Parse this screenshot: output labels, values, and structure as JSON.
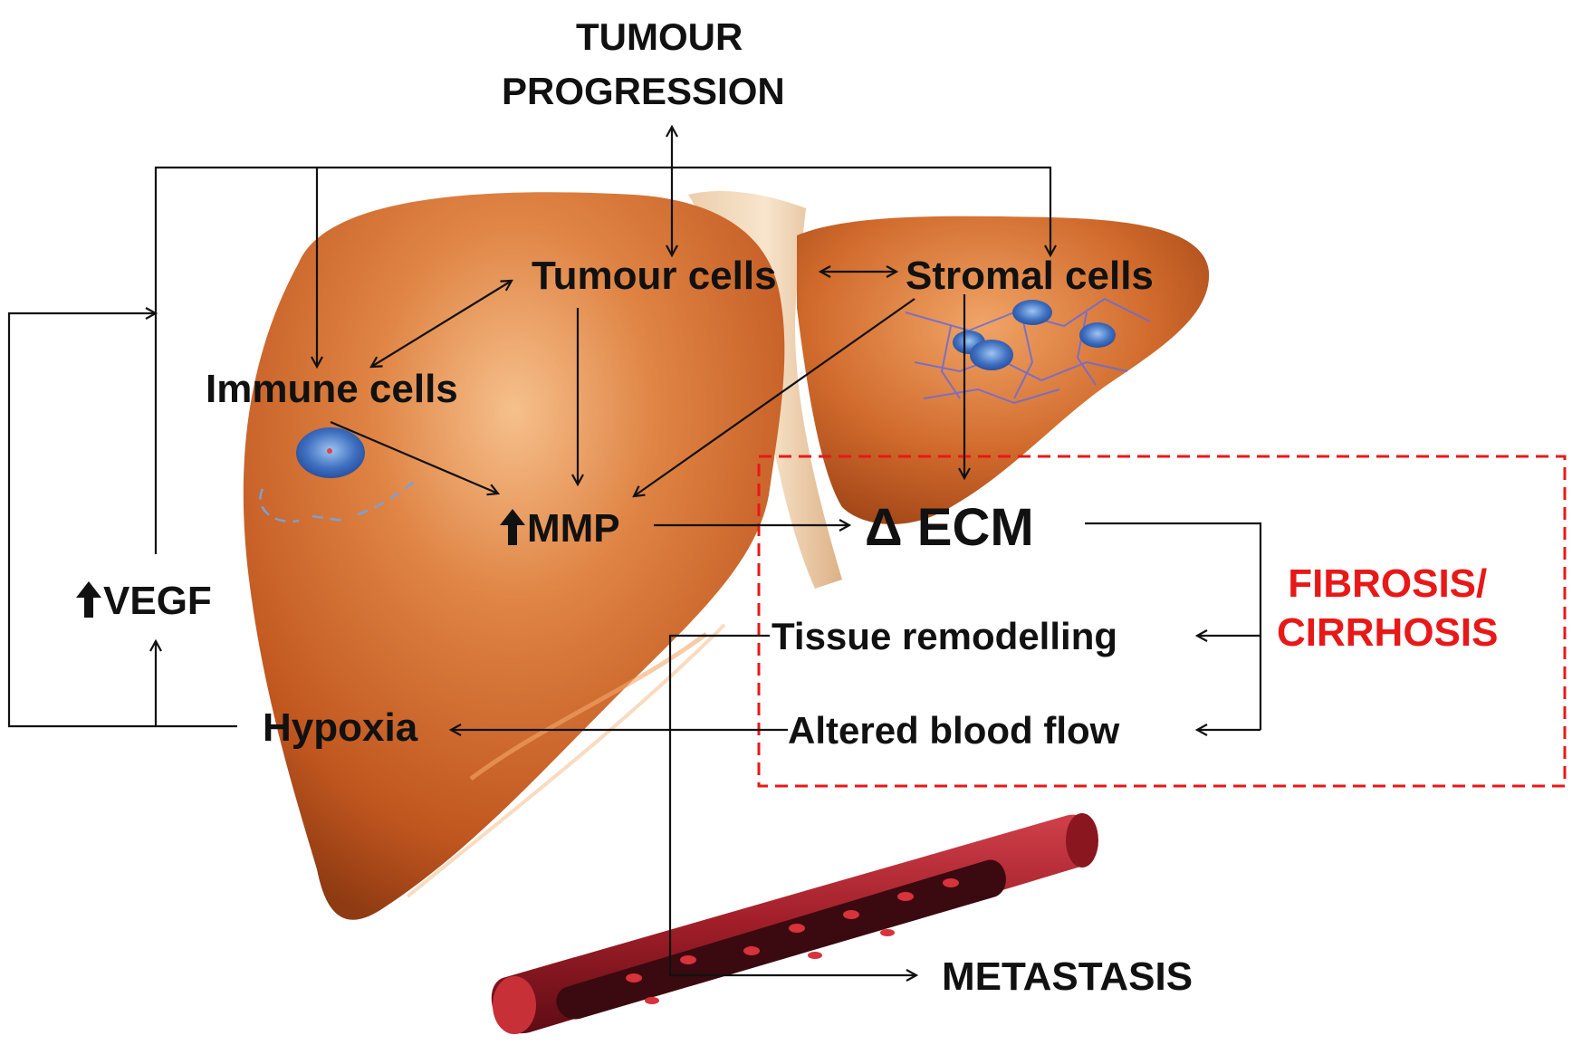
{
  "labels": {
    "tumour_progression_line1": "TUMOUR",
    "tumour_progression_line2": "PROGRESSION",
    "tumour_cells": "Tumour cells",
    "stromal_cells": "Stromal cells",
    "immune_cells": "Immune cells",
    "mmp": "MMP",
    "ecm": "Δ ECM",
    "vegf": "VEGF",
    "tissue_remodelling": "Tissue remodelling",
    "altered_blood_flow": "Altered blood flow",
    "hypoxia": "Hypoxia",
    "metastasis": "METASTASIS"
  },
  "fibrosis_box": {
    "line1": "FIBROSIS/",
    "line2": "CIRRHOSIS",
    "color": "#e81818"
  },
  "icons": {
    "increase": "up-arrow-icon"
  },
  "colors": {
    "liver": "#c8612a",
    "liver_light": "#f2b37a",
    "vessel": "#a0202a",
    "cell": "#4a78c8",
    "arrow": "#111111"
  }
}
